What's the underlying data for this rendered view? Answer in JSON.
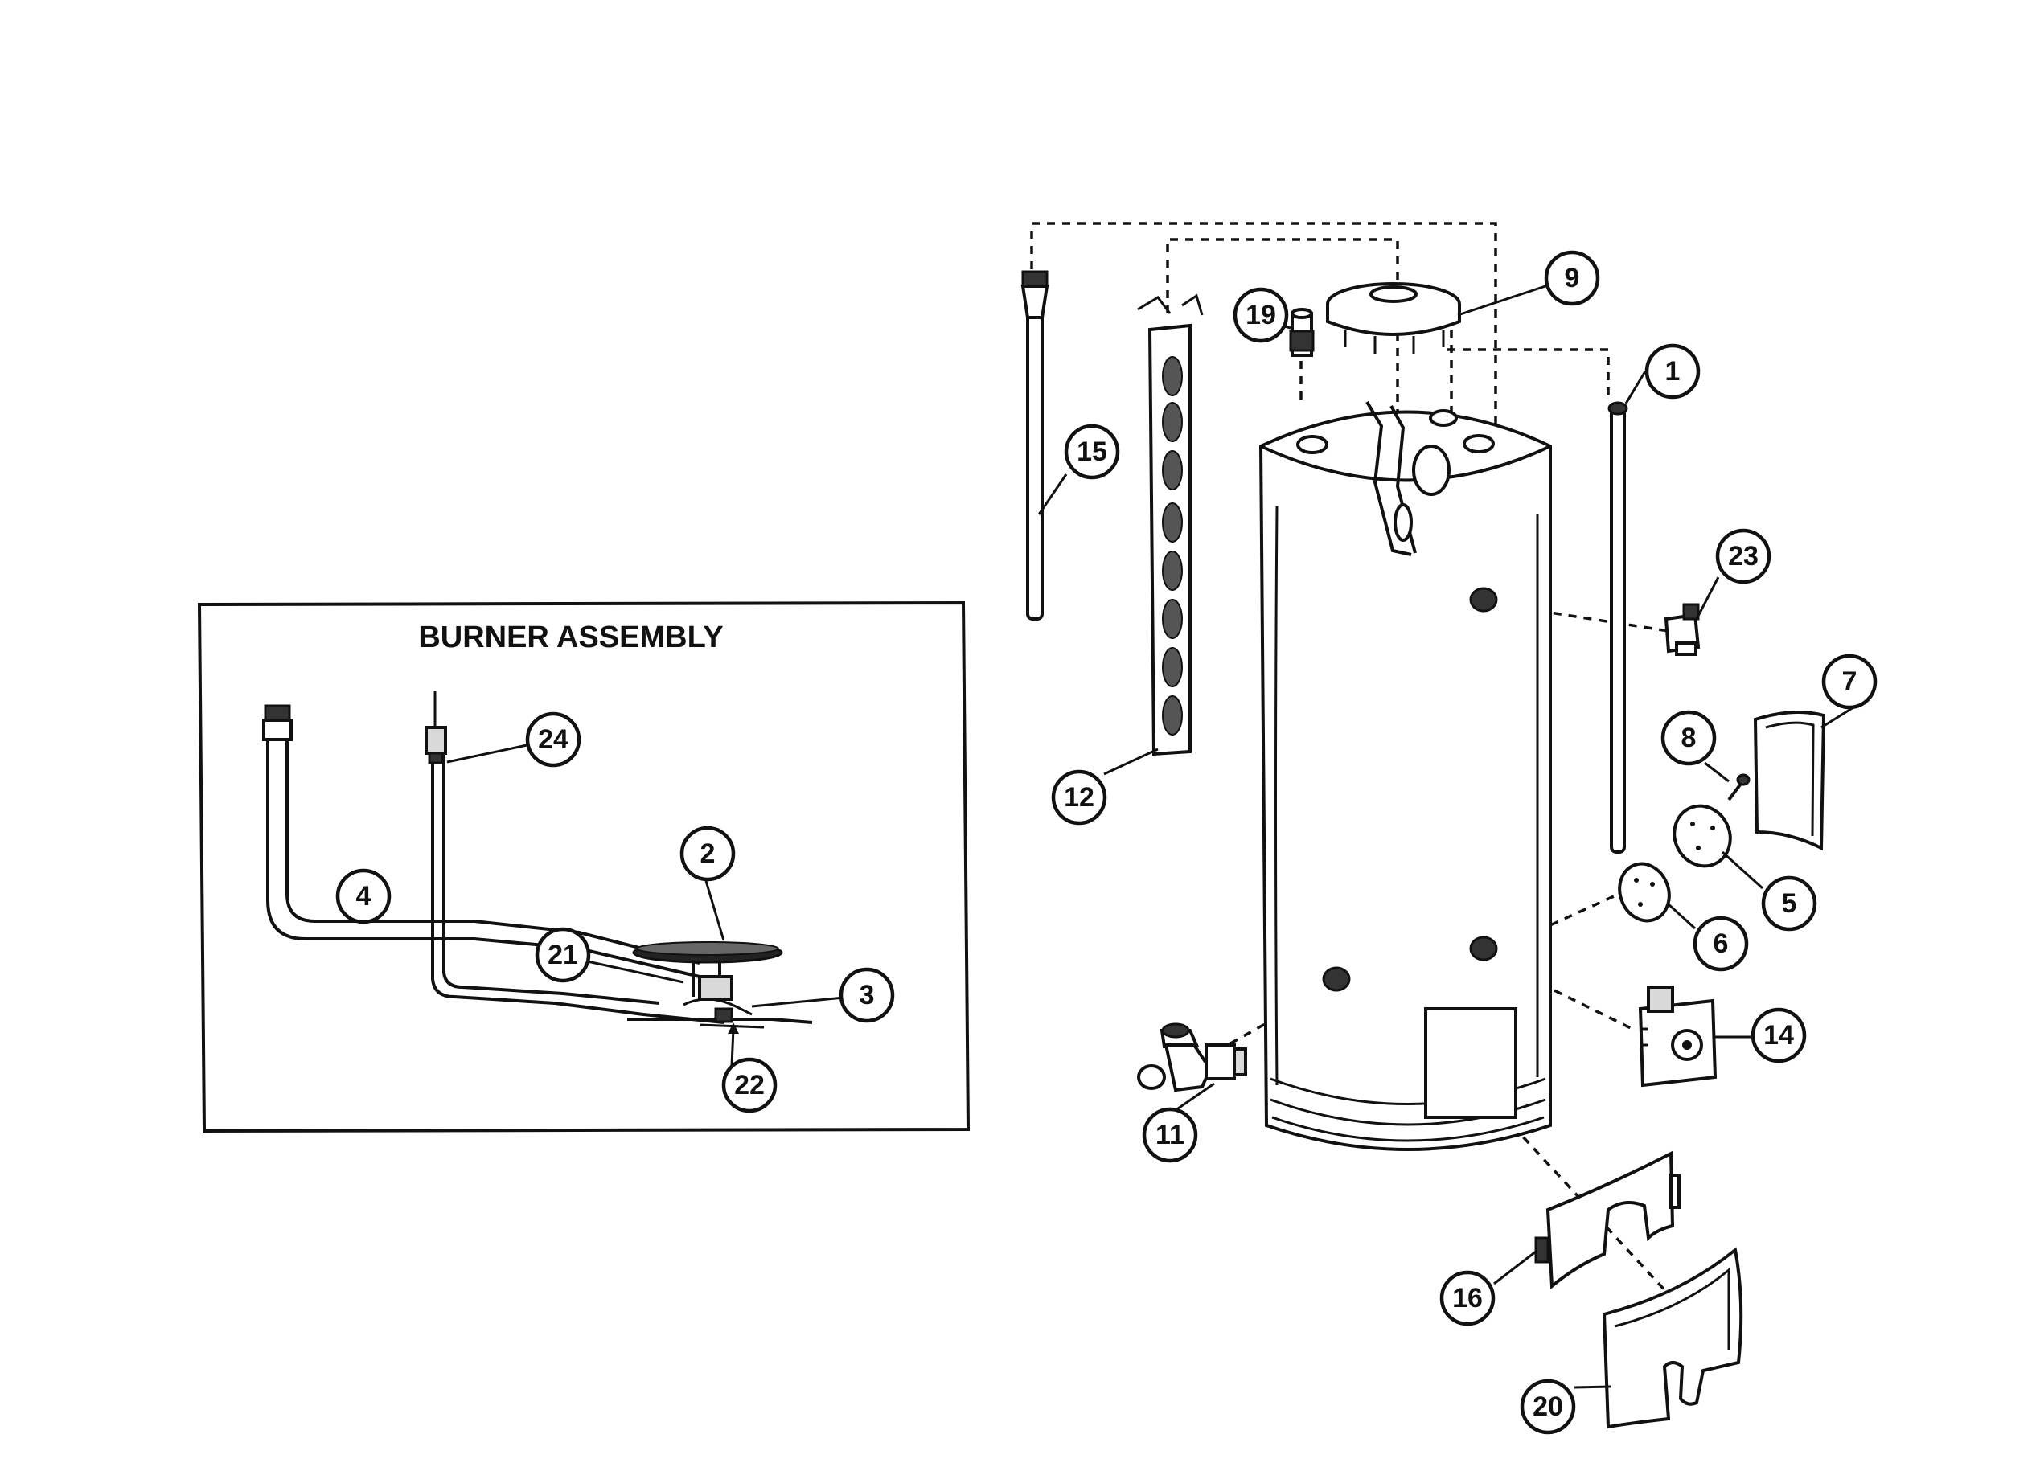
{
  "burner_box": {
    "title": "BURNER ASSEMBLY"
  },
  "callouts": {
    "c1": "1",
    "c2": "2",
    "c3": "3",
    "c4": "4",
    "c5": "5",
    "c6": "6",
    "c7": "7",
    "c8": "8",
    "c9": "9",
    "c11": "11",
    "c12": "12",
    "c14": "14",
    "c15": "15",
    "c16": "16",
    "c19": "19",
    "c20": "20",
    "c21": "21",
    "c22": "22",
    "c23": "23",
    "c24": "24"
  }
}
